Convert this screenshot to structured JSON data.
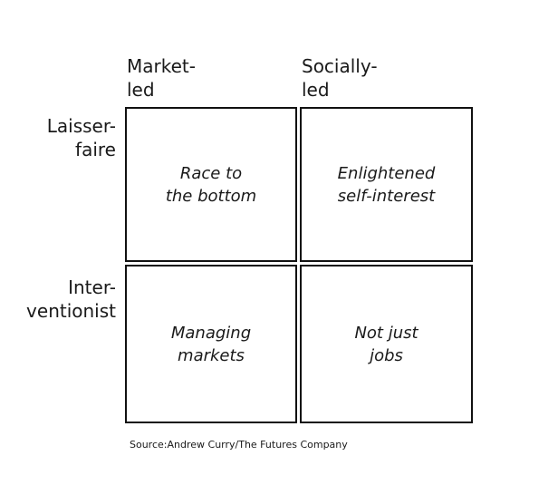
{
  "columns": [
    {
      "label": "Market-\nled"
    },
    {
      "label": "Socially-\nled"
    }
  ],
  "rows": [
    {
      "label": "Laisser-\nfaire"
    },
    {
      "label": "Inter-\nventionist"
    }
  ],
  "cells": [
    {
      "text": "Race to\nthe bottom"
    },
    {
      "text": "Enlightened\nself-interest"
    },
    {
      "text": "Managing\nmarkets"
    },
    {
      "text": "Not just\njobs"
    }
  ],
  "source": "Source:Andrew Curry/The Futures Company"
}
